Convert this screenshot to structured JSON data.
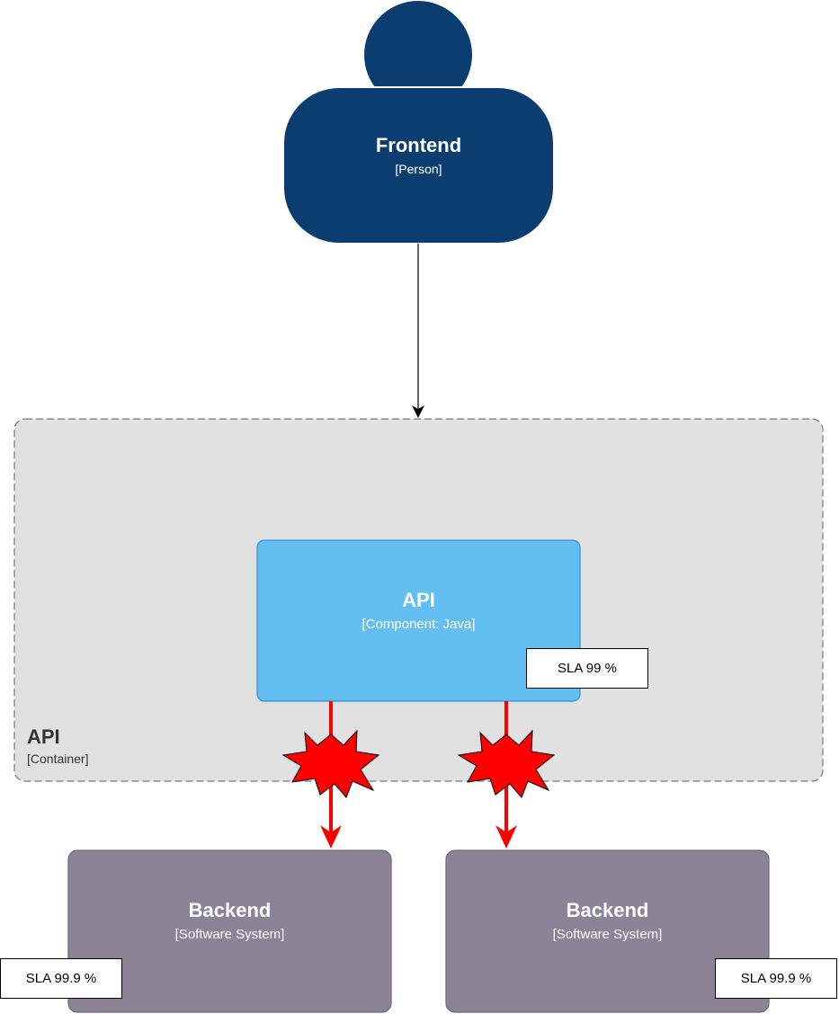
{
  "colors": {
    "person_fill": "#0b3d70",
    "container_fill": "#e1e1e1",
    "container_border": "#777777",
    "component_fill": "#63bef2",
    "component_border": "#3a8fcf",
    "system_fill": "#8c8496",
    "system_border": "#6b6577",
    "failure_red": "#ff0000",
    "connector": "#000000"
  },
  "person": {
    "name": "Frontend",
    "type": "[Person]"
  },
  "container": {
    "name": "API",
    "type": "[Container]"
  },
  "component": {
    "name": "API",
    "type": "[Component: Java]",
    "sla": "SLA 99 %"
  },
  "systems": [
    {
      "name": "Backend",
      "type": "[Software System]",
      "sla": "SLA 99.9 %"
    },
    {
      "name": "Backend",
      "type": "[Software System]",
      "sla": "SLA 99.9 %"
    }
  ],
  "edges": [
    {
      "from": "Frontend",
      "to": "API Container",
      "style": "normal"
    },
    {
      "from": "API Component",
      "to": "Backend",
      "style": "failure"
    },
    {
      "from": "API Component",
      "to": "Backend",
      "style": "failure"
    }
  ],
  "icons": [
    "person-icon",
    "explosion-icon"
  ]
}
